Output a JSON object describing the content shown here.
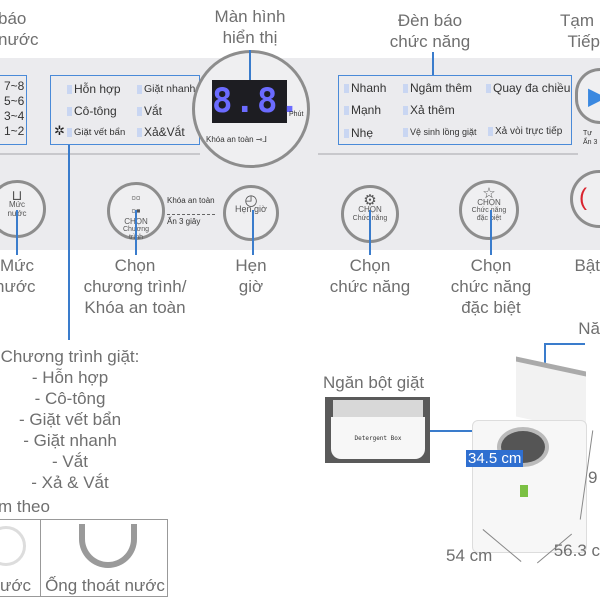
{
  "top_labels": {
    "water_level": [
      "báo",
      "nước"
    ],
    "display": [
      "Màn hình",
      "hiển thị"
    ],
    "function_lights": [
      "Đèn báo",
      "chức năng"
    ],
    "pause": [
      "Tạm",
      "Tiếp"
    ]
  },
  "water_levels": [
    "7~8",
    "5~6",
    "3~4",
    "1~2"
  ],
  "programs": [
    "Hỗn hợp",
    "Giặt nhanh",
    "Cô-tông",
    "Vắt",
    "Giặt vết bẩn",
    "Xả&Vắt"
  ],
  "display": {
    "digits": "8.8.",
    "unit": "Phút",
    "lock": "Khóa an toàn"
  },
  "functions": [
    "Nhanh",
    "Ngâm thêm",
    "Quay đa chiều",
    "Mạnh",
    "Xả thêm",
    "Nhẹ",
    "Vệ sinh lồng giặt",
    "Xả vòi trực tiếp"
  ],
  "play_caption": [
    "Tự",
    "Ấn 3"
  ],
  "buttons": {
    "water": "Mức nước",
    "program": [
      "CHỌN",
      "Chương",
      "trình"
    ],
    "lock_note": [
      "Khóa an toàn",
      "Ấn 3 giây"
    ],
    "timer": "Hẹn giờ",
    "function": [
      "CHỌN",
      "Chức năng"
    ],
    "special": [
      "CHỌN",
      "Chức năng",
      "đặc biệt"
    ]
  },
  "bottom_labels": {
    "water": [
      "Mức",
      "nước"
    ],
    "program": [
      "Chọn",
      "chương trình/",
      "Khóa an toàn"
    ],
    "timer": [
      "Hẹn",
      "giờ"
    ],
    "function": [
      "Chọn",
      "chức năng"
    ],
    "special": [
      "Chọn",
      "chức năng",
      "đặc biệt"
    ],
    "power": [
      "Bật"
    ]
  },
  "program_list": [
    "Chương trình giặt:",
    "- Hỗn hợp",
    "- Cô-tông",
    "- Giặt vết bẩn",
    "- Giặt nhanh",
    "- Vắt",
    "- Xả & Vắt"
  ],
  "accessories": {
    "title": "m theo",
    "items": [
      "ước",
      "Ống thoát nước"
    ]
  },
  "detergent": {
    "label": "Ngăn bột giặt",
    "box_text": "Detergent Box"
  },
  "lid_label": "Nă",
  "dimensions": {
    "drum": "34.5 cm",
    "width": "54 cm",
    "depth": "56.3 c",
    "height": "9"
  },
  "colors": {
    "accent": "#3a7ccc",
    "display_digits": "#6b6bff",
    "power": "#d9232e"
  }
}
